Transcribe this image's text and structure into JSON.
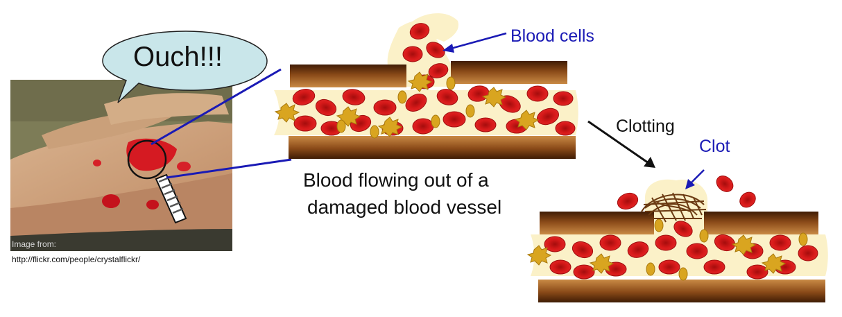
{
  "speech": {
    "text": "Ouch!!!"
  },
  "photo_credit": {
    "line1": "Image from:",
    "line2": "http://flickr.com/people/crystalflickr/"
  },
  "labels": {
    "blood_cells": "Blood cells",
    "clotting": "Clotting",
    "clot": "Clot",
    "caption_line1": "Blood flowing out of a",
    "caption_line2": "damaged blood vessel"
  },
  "colors": {
    "label_blue": "#1a1ab5",
    "vessel_brown": "#7a3e10",
    "blood_red": "#d81a1a",
    "plasma": "#fbf1c8",
    "platelet": "#d9a520",
    "speech_bubble": "#c9e6ea"
  }
}
